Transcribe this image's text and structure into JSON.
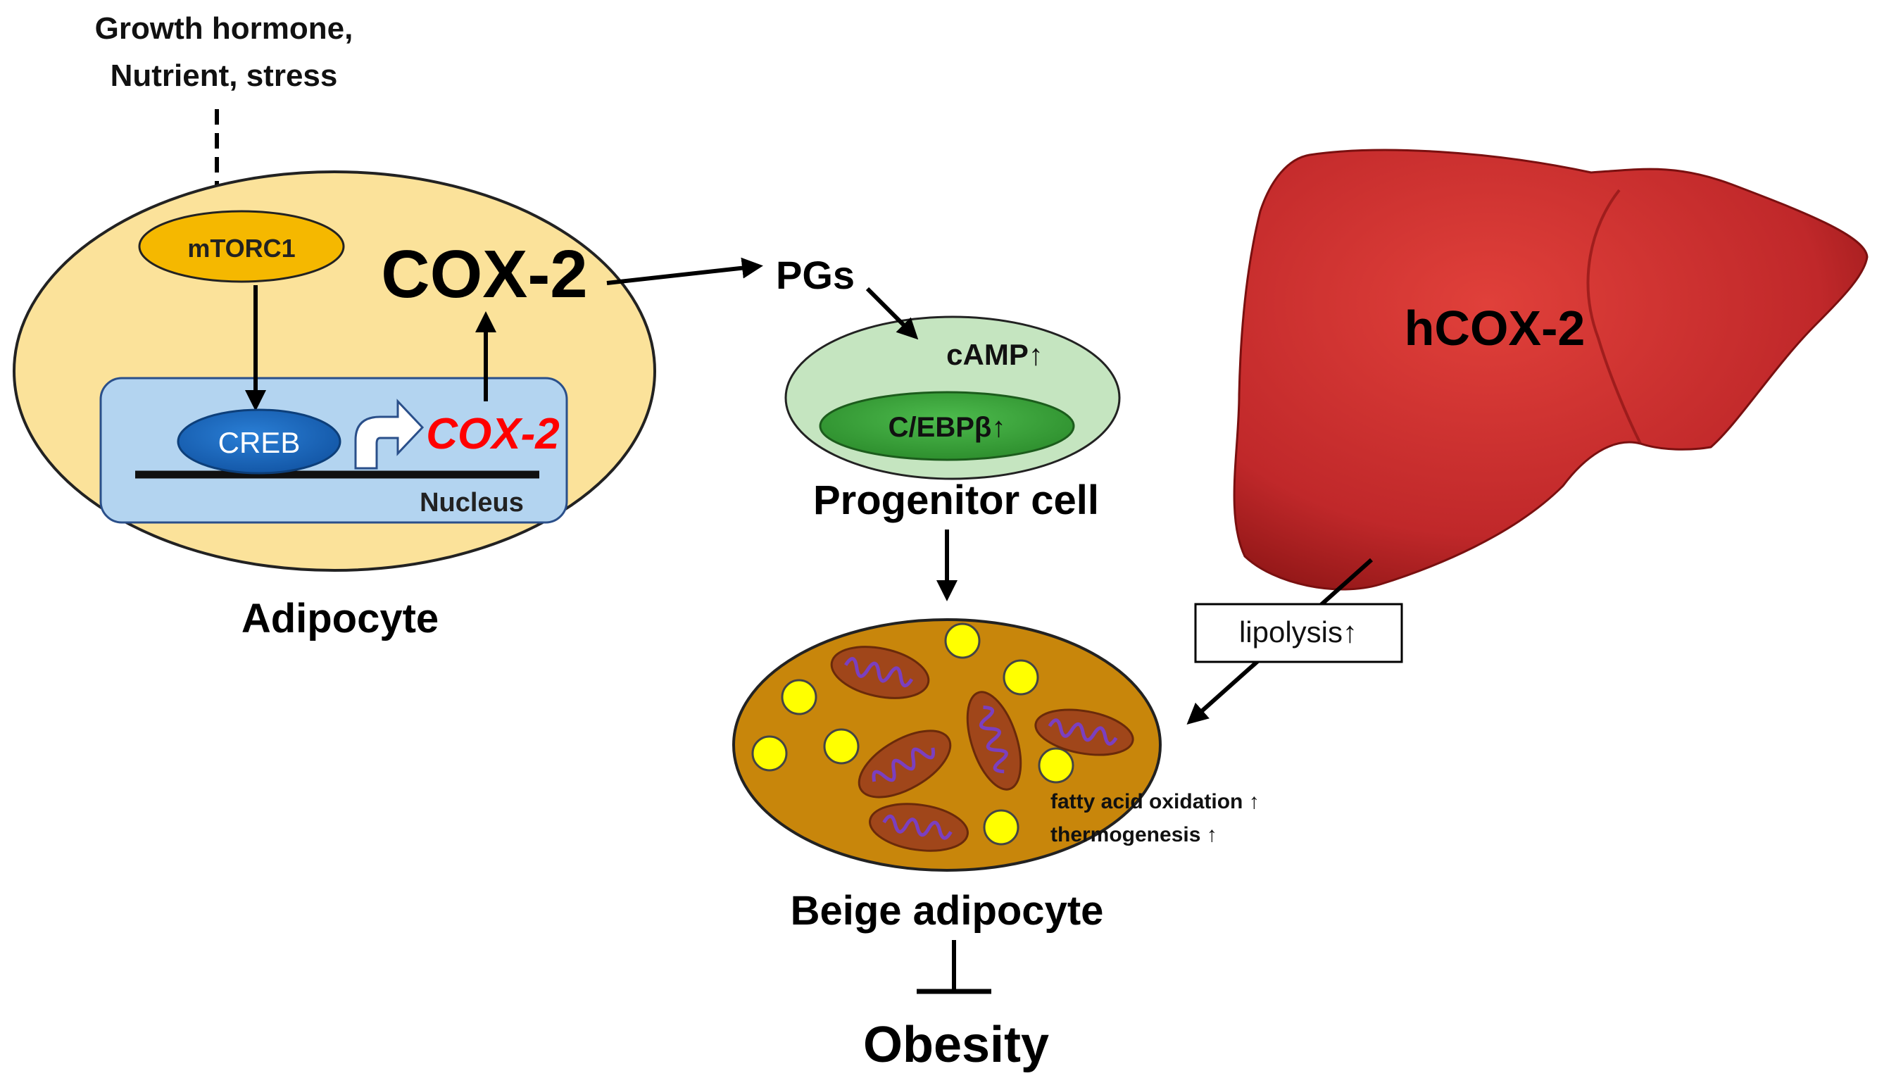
{
  "stimulus": {
    "line1": "Growth hormone,",
    "line2": "Nutrient, stress"
  },
  "adipocyte": {
    "label": "Adipocyte",
    "mtorc1": "mTORC1",
    "cox2_protein": "COX-2",
    "creb": "CREB",
    "cox2_gene": "COX-2",
    "nucleus": "Nucleus"
  },
  "pgs": "PGs",
  "progenitor": {
    "camp": "cAMP↑",
    "cebpb": "C/EBPβ↑",
    "label": "Progenitor cell"
  },
  "liver": {
    "label": "hCOX-2",
    "lipolysis": "lipolysis↑"
  },
  "beige": {
    "fatty_acid": "fatty acid oxidation ↑",
    "thermogenesis": "thermogenesis ↑",
    "label": "Beige adipocyte"
  },
  "outcome": "Obesity",
  "colors": {
    "adipocyte_fill": "#fbe29a",
    "mtorc1_fill": "#f5b800",
    "nucleus_fill": "#b3d4f0",
    "creb_fill": "#1f6fc4",
    "cox2_gene_text": "#ff0000",
    "progenitor_fill": "#c5e5c0",
    "cebpb_fill": "#3da83d",
    "beige_fill": "#c8860b",
    "mito_fill": "#a0461a",
    "cristae": "#7b3fbf",
    "lipid_fill": "#ffff00",
    "liver_fill": "#c0282a"
  }
}
